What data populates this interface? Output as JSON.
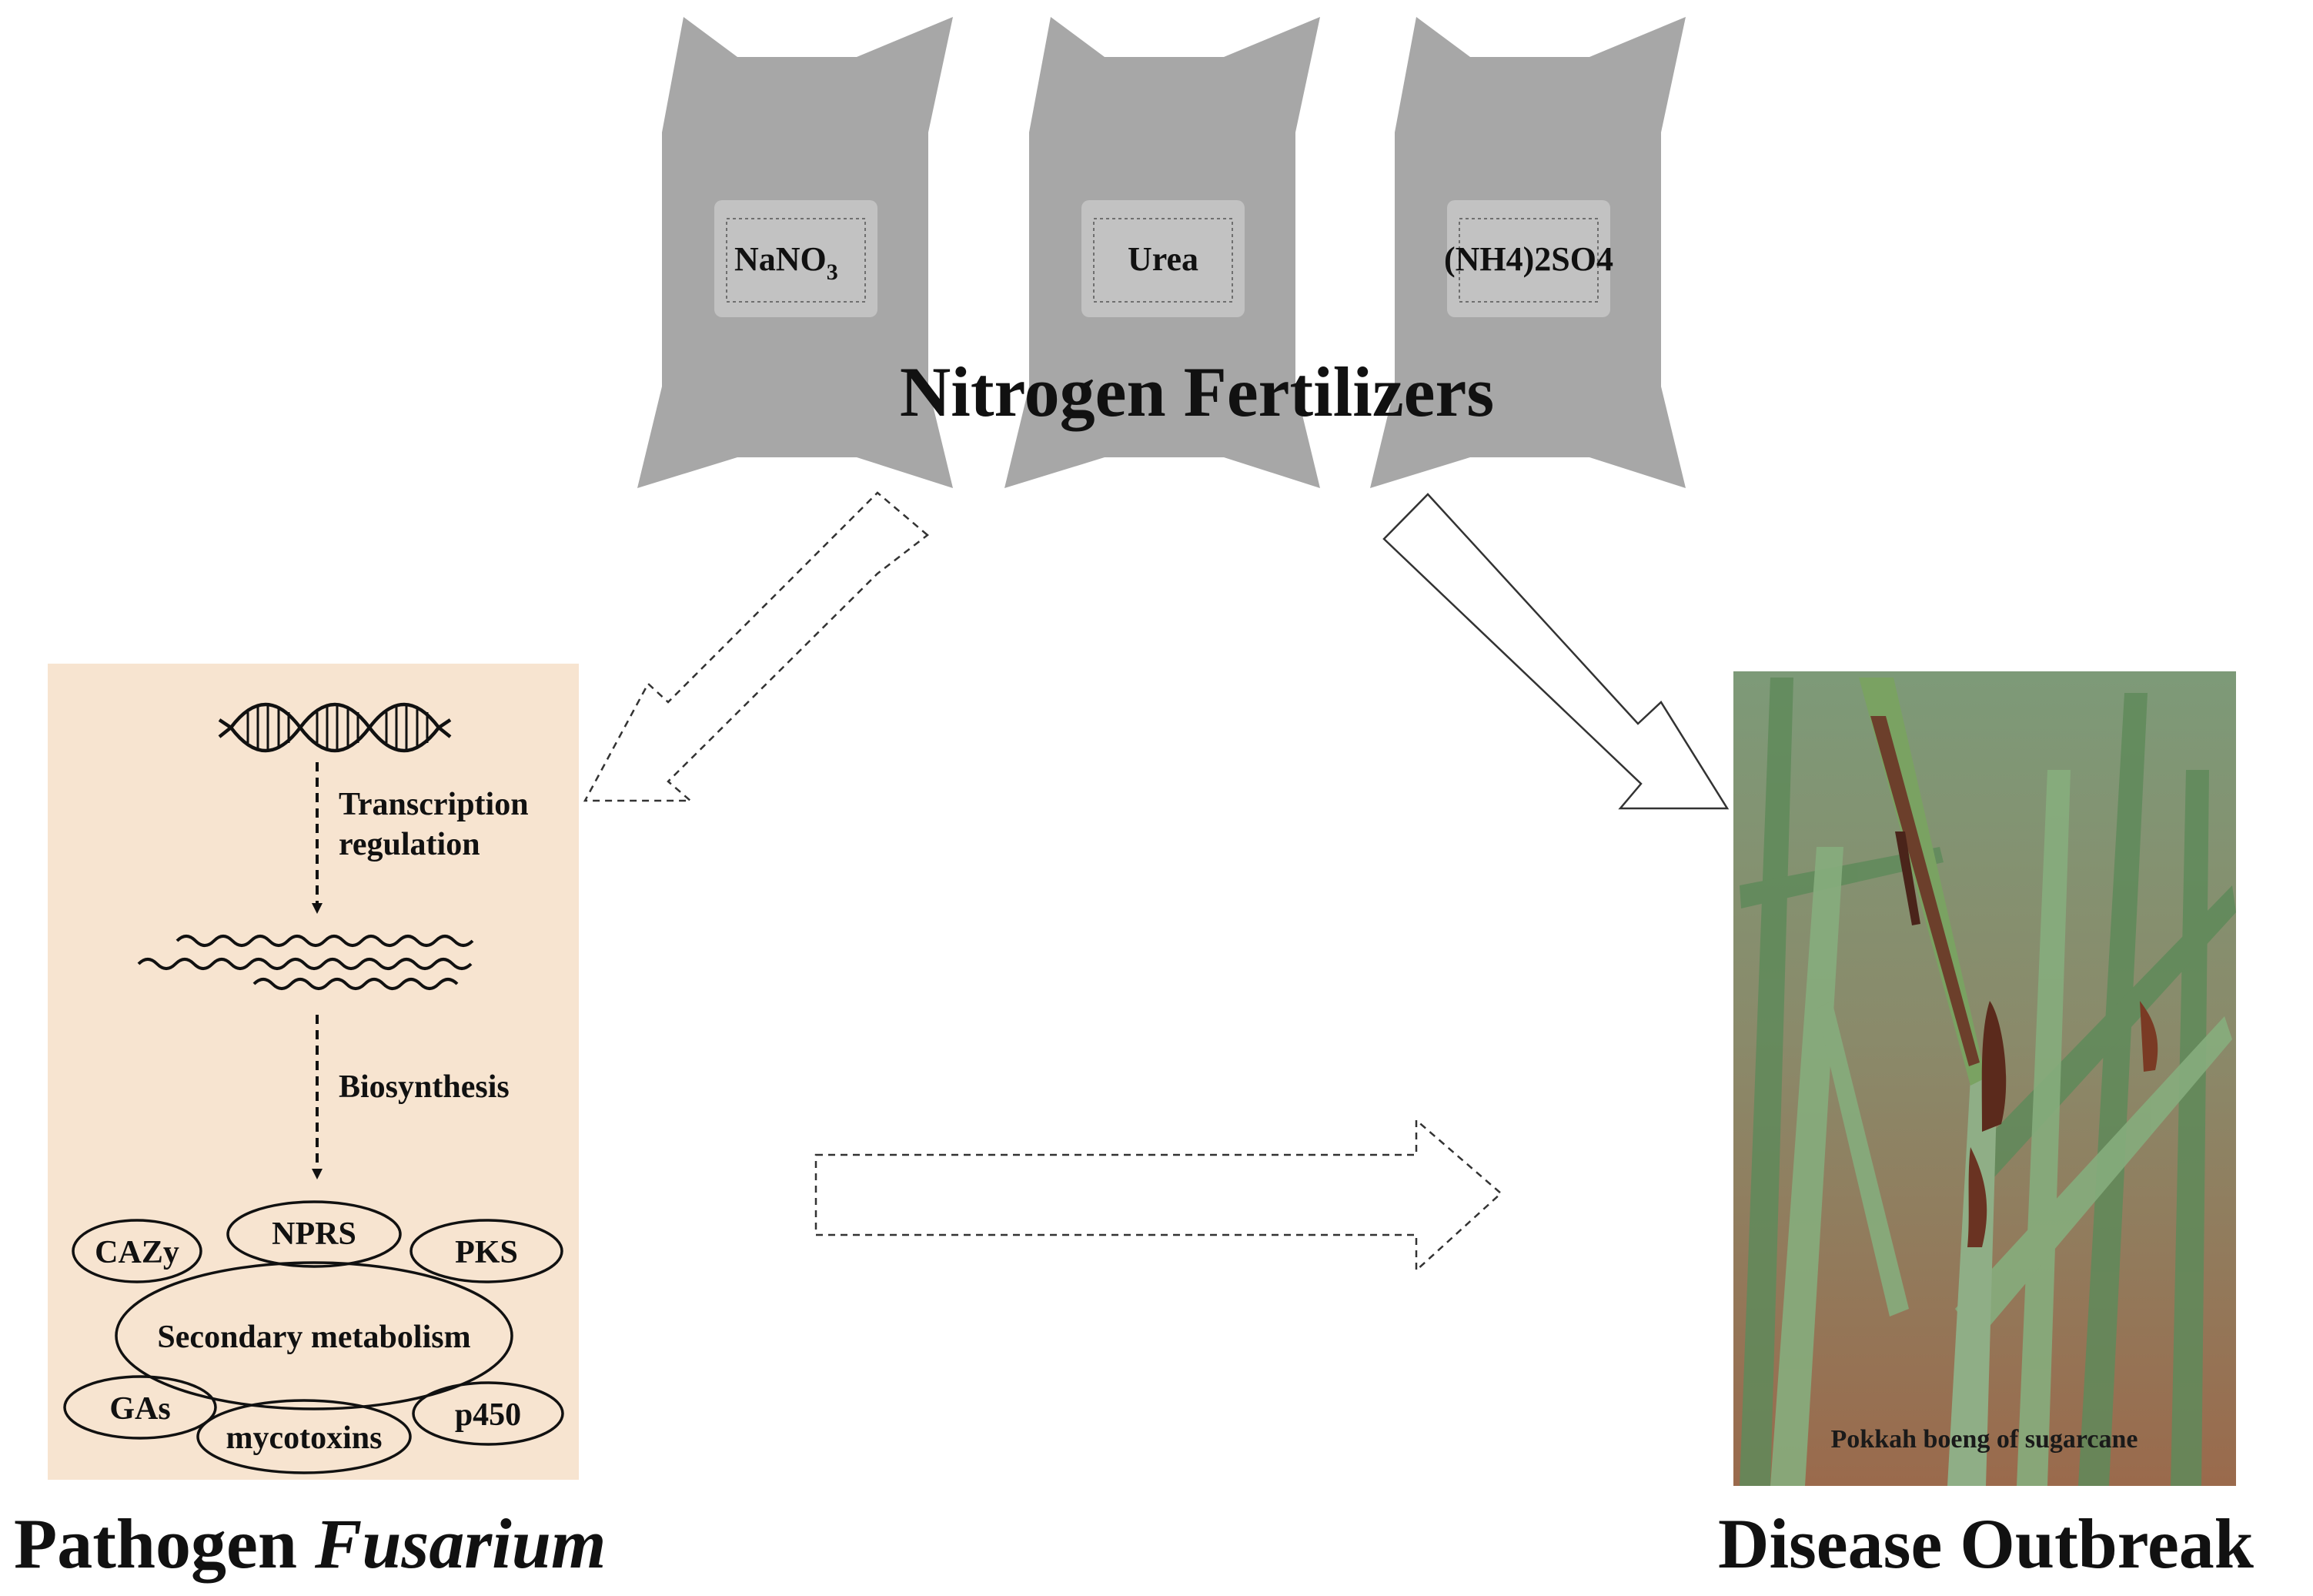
{
  "title": "Nitrogen Fertilizers",
  "fertilizers": [
    {
      "label": "NaNO",
      "sub": "3"
    },
    {
      "label": "Urea",
      "sub": ""
    },
    {
      "label": "(NH4)2SO4",
      "sub": ""
    }
  ],
  "pathogen": {
    "title_prefix": "Pathogen ",
    "title_italic": "Fusarium",
    "step1": [
      "Transcription",
      "regulation"
    ],
    "step2": "Biosynthesis",
    "center": "Secondary metabolism",
    "nodes": [
      "CAZy",
      "NPRS",
      "PKS",
      "GAs",
      "mycotoxins",
      "p450"
    ]
  },
  "disease": {
    "title": "Disease Outbreak",
    "caption": "Pokkah boeng of sugarcane"
  },
  "colors": {
    "bag": "#a7a7a7",
    "bag_label": "#c2c2c2",
    "panel": "#f7e4d0",
    "arrow_stroke": "#333333"
  }
}
